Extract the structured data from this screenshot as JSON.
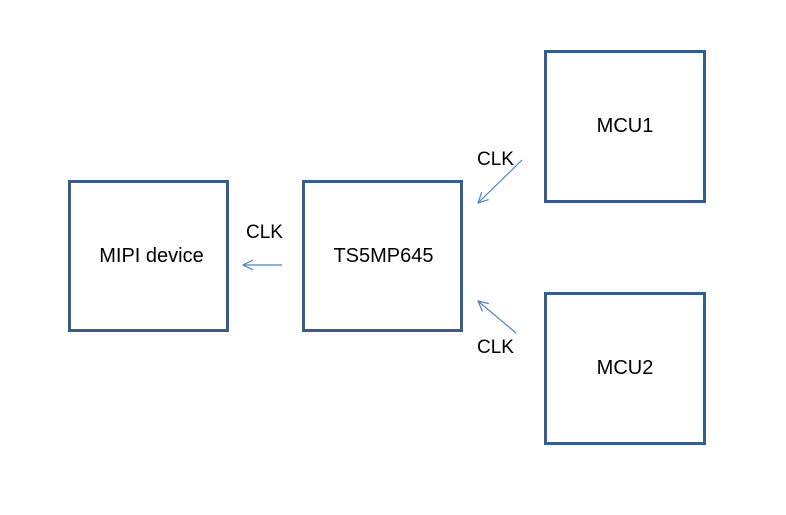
{
  "blocks": {
    "mipi_device": "MIPI device",
    "switch": "TS5MP645",
    "mcu1": "MCU1",
    "mcu2": "MCU2"
  },
  "connections": {
    "switch_to_mipi": "CLK",
    "mcu1_to_switch": "CLK",
    "mcu2_to_switch": "CLK"
  },
  "colors": {
    "block_border": "#385d8a",
    "arrow": "#4f81bd",
    "text": "#000000"
  }
}
